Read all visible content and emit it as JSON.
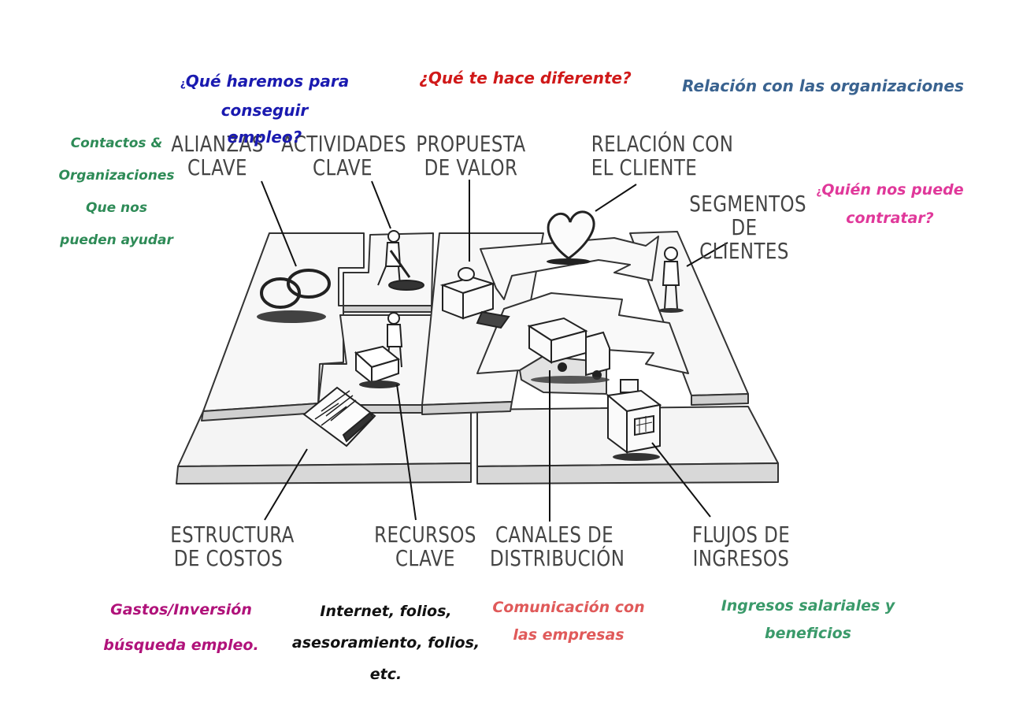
{
  "notes": {
    "q_haremos": {
      "prefix": "¿",
      "line1": "Qué haremos para conseguir",
      "line2": "empleo?",
      "color": "#1a1ab0"
    },
    "q_diferente": {
      "text": "¿Qué te hace diferente?",
      "color": "#d01919"
    },
    "relacion_org": {
      "text": "Relación con las  organizaciones",
      "color": "#3a6390"
    },
    "contactos": {
      "lines": [
        "Contactos &",
        "Organizaciones",
        "Que nos",
        "pueden ayudar"
      ],
      "color": "#2e8b57"
    },
    "quien_contrata": {
      "prefix": "¿",
      "line1": "Quién nos puede",
      "line2": "contratar?",
      "color": "#e0389a"
    },
    "gastos": {
      "line1": "Gastos/Inversión",
      "line2": "búsqueda empleo.",
      "color": "#b0127a"
    },
    "recursos_text": {
      "line1": "Internet, folios,",
      "line2": "asesoramiento, folios,",
      "line3": "etc.",
      "color": "#111111"
    },
    "comunicacion": {
      "line1": "Comunicación con",
      "line2": "las empresas",
      "color": "#e05a5a"
    },
    "ingresos_text": {
      "line1": "Ingresos salariales y",
      "line2": "beneficios",
      "color": "#3a9a6a"
    }
  },
  "labels": {
    "alianzas": [
      "ALIANZAS",
      "CLAVE"
    ],
    "actividades": [
      "ACTIVIDADES",
      "CLAVE"
    ],
    "propuesta": [
      "PROPUESTA",
      "DE VALOR"
    ],
    "relacion": [
      "RELACIÓN CON",
      "EL CLIENTE"
    ],
    "segmentos": [
      "SEGMENTOS",
      "DE CLIENTES"
    ],
    "estructura": [
      "ESTRUCTURA",
      "DE COSTOS"
    ],
    "recursos": [
      "RECURSOS",
      "CLAVE"
    ],
    "canales": [
      "CANALES DE",
      "DISTRIBUCIÓN"
    ],
    "flujos": [
      "FLUJOS DE",
      "INGRESOS"
    ]
  },
  "icons": [
    "rings-icon",
    "worker-digging-icon",
    "gift-icon",
    "heart-icon",
    "person-icon",
    "worker-machine-icon",
    "truck-icon",
    "cash-register-icon",
    "invoice-icon"
  ]
}
